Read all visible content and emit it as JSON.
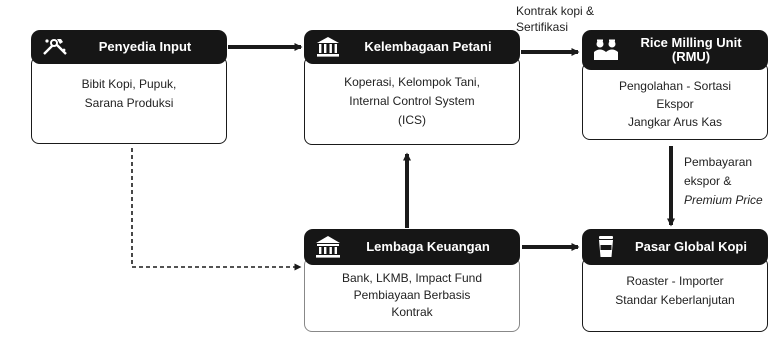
{
  "nodes": {
    "penyedia": {
      "title": "Penyedia Input",
      "icon": "tools-icon",
      "lines": [
        "Bibit Kopi, Pupuk,",
        "Sarana Produksi"
      ]
    },
    "kelembagaan": {
      "title": "Kelembagaan Petani",
      "icon": "institution-icon",
      "lines": [
        "Koperasi, Kelompok Tani,",
        "Internal Control System",
        "(ICS)"
      ]
    },
    "rmu": {
      "title_line1": "Rice Milling Unit",
      "title_line2": "(RMU)",
      "icon": "workers-icon",
      "lines": [
        "Pengolahan - Sortasi",
        "Ekspor",
        "Jangkar Arus Kas"
      ]
    },
    "lembaga": {
      "title": "Lembaga Keuangan",
      "icon": "bank-icon",
      "lines": [
        "Bank, LKMB, Impact Fund",
        "Pembiayaan Berbasis",
        "Kontrak"
      ]
    },
    "pasar": {
      "title": "Pasar Global Kopi",
      "icon": "coffee-cup-icon",
      "lines": [
        "Roaster - Importer",
        "Standar Keberlanjutan"
      ]
    }
  },
  "edges": {
    "kontrak_label": [
      "Kontrak kopi &",
      "Sertifikasi"
    ],
    "pembayaran_label": [
      "Pembayaran",
      "ekspor &"
    ],
    "premium_label": "Premium Price"
  },
  "colors": {
    "header_bg": "#161616",
    "header_text": "#ffffff",
    "arrow": "#1a1a1a"
  }
}
